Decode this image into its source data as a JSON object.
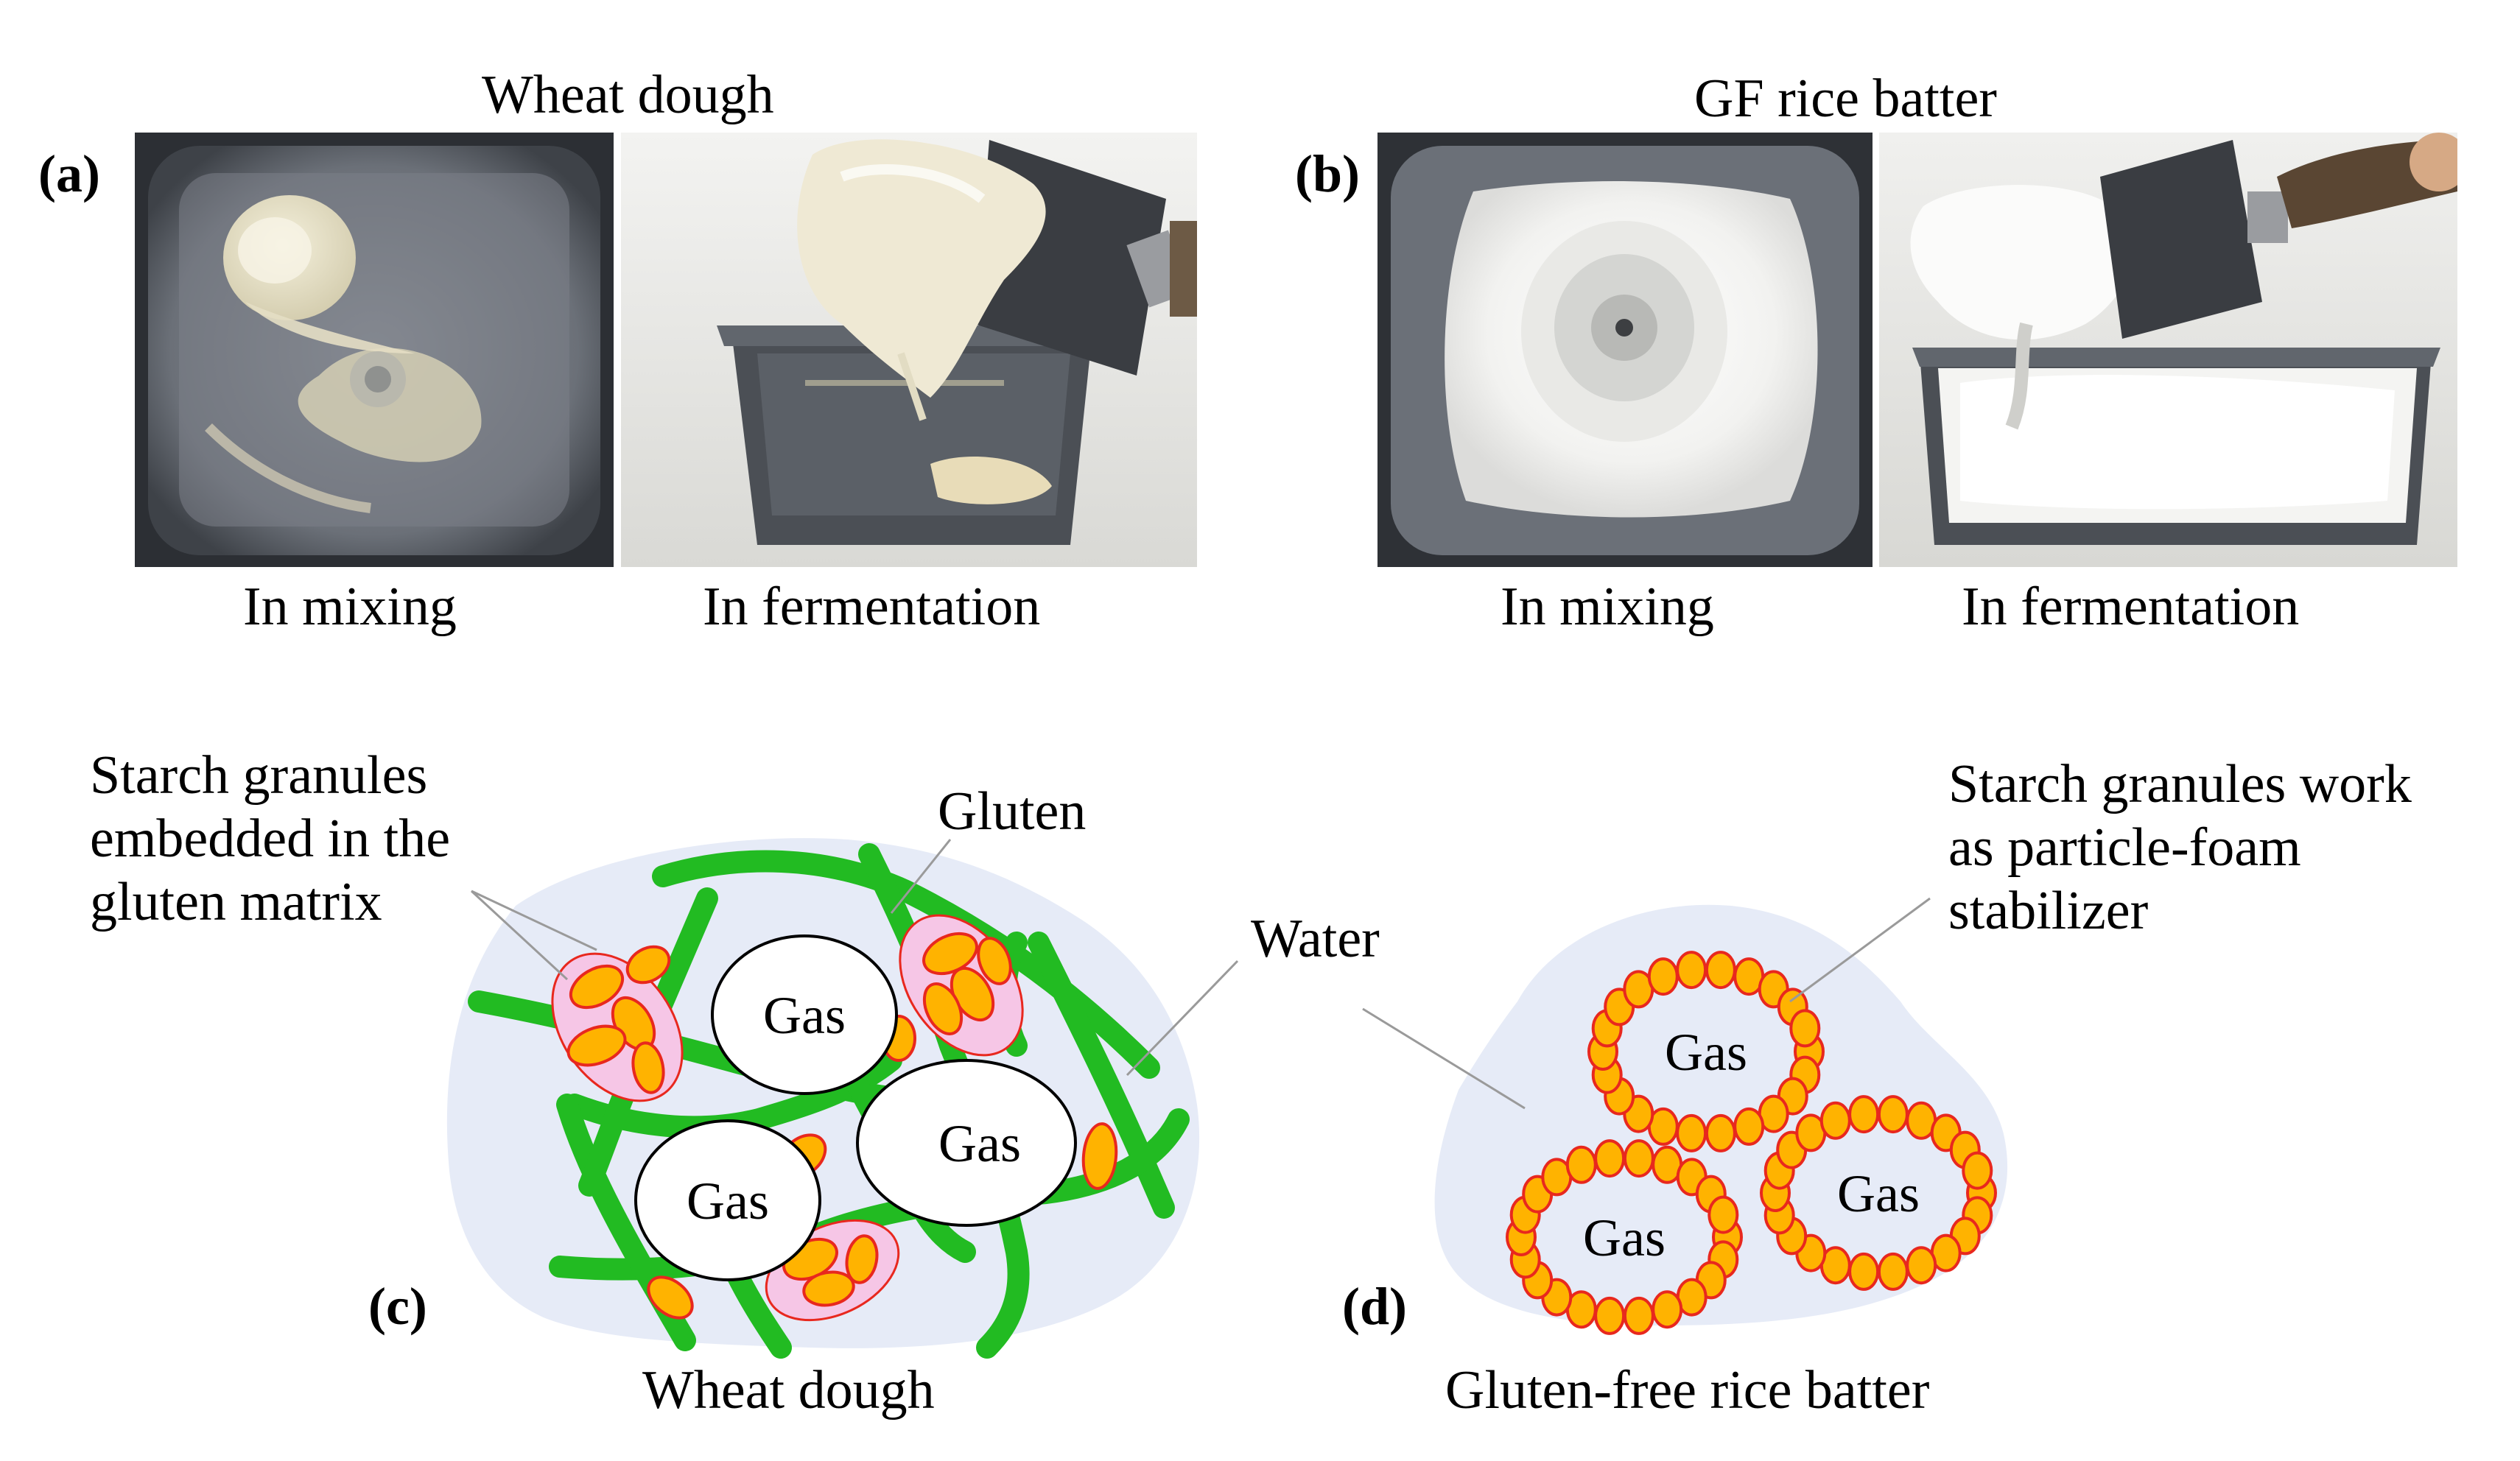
{
  "panel_a": {
    "label": "(a)",
    "title": "Wheat dough",
    "captions": {
      "mixing": "In mixing",
      "fermentation": "In fermentation"
    }
  },
  "panel_b": {
    "label": "(b)",
    "title": "GF rice batter",
    "captions": {
      "mixing": "In mixing",
      "fermentation": "In fermentation"
    }
  },
  "panel_c": {
    "label": "(c)",
    "title": "Wheat dough",
    "annotations": {
      "starch": "Starch granules\nembedded in the\ngluten matrix",
      "gluten": "Gluten",
      "water": "Water"
    },
    "gas_labels": [
      "Gas",
      "Gas",
      "Gas"
    ]
  },
  "panel_d": {
    "label": "(d)",
    "title": "Gluten-free rice batter",
    "annotations": {
      "starch": "Starch granules work\nas particle-foam\nstabilizer"
    },
    "gas_labels": [
      "Gas",
      "Gas",
      "Gas"
    ]
  },
  "colors": {
    "water": "#e6ebf7",
    "gluten": "#22bb22",
    "granule_fill": "#ffb300",
    "granule_edge": "#e8281e",
    "starch_halo": "#f6c6e6",
    "gas_fill": "#ffffff"
  },
  "icons": [
    "mixing-bowl-photo",
    "loaf-pan-photo",
    "spatula-photo"
  ]
}
